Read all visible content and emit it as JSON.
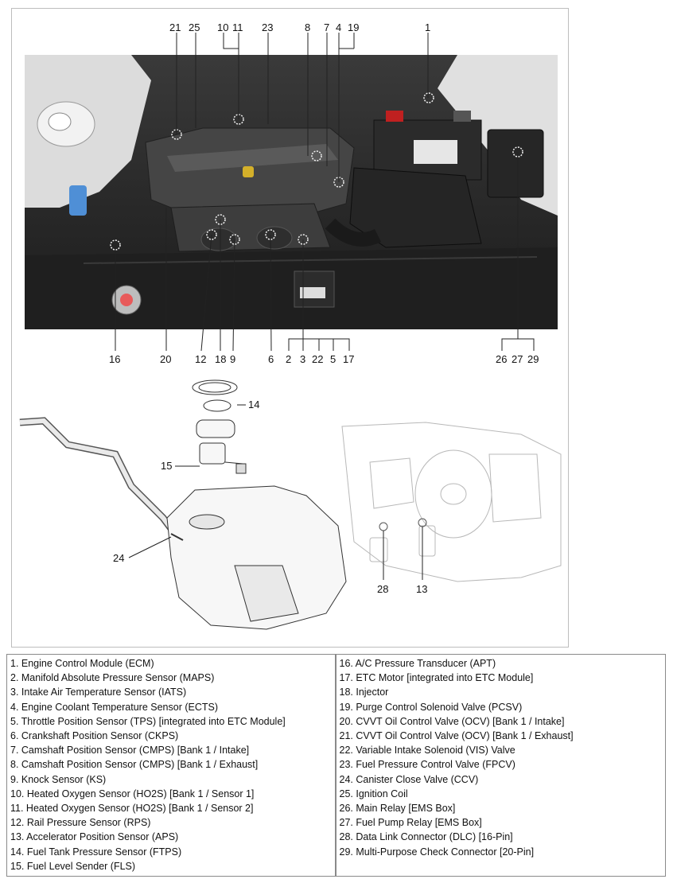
{
  "callouts_top": [
    "21",
    "25",
    "10",
    "11",
    "23",
    "8",
    "7",
    "4",
    "19",
    "1"
  ],
  "callouts_bottom": [
    "16",
    "20",
    "12",
    "18",
    "9",
    "6",
    "2",
    "3",
    "22",
    "5",
    "17",
    "26",
    "27",
    "29"
  ],
  "callouts_lower": [
    "14",
    "15",
    "24",
    "28",
    "13"
  ],
  "legend": {
    "left": [
      "1. Engine Control Module (ECM)",
      "2. Manifold Absolute Pressure Sensor (MAPS)",
      "3. Intake Air Temperature Sensor (IATS)",
      "4. Engine Coolant Temperature Sensor (ECTS)",
      "5. Throttle Position Sensor (TPS) [integrated into ETC Module]",
      "6. Crankshaft Position Sensor (CKPS)",
      "7. Camshaft Position Sensor (CMPS) [Bank 1 / Intake]",
      "8. Camshaft Position Sensor (CMPS) [Bank 1 / Exhaust]",
      "9. Knock Sensor (KS)",
      "10. Heated Oxygen Sensor (HO2S) [Bank 1 / Sensor 1]",
      "11. Heated Oxygen Sensor (HO2S) [Bank 1 / Sensor 2]",
      "12. Rail Pressure Sensor (RPS)",
      "13. Accelerator Position Sensor (APS)",
      "14. Fuel Tank Pressure Sensor (FTPS)",
      "15. Fuel Level Sender (FLS)"
    ],
    "right": [
      "16. A/C Pressure Transducer (APT)",
      "17. ETC Motor [integrated into ETC Module]",
      "18. Injector",
      "19. Purge Control Solenoid Valve (PCSV)",
      "20. CVVT Oil Control Valve (OCV) [Bank 1 / Intake]",
      "21. CVVT Oil Control Valve (OCV) [Bank 1 / Exhaust]",
      "22. Variable Intake Solenoid (VIS) Valve",
      "23. Fuel Pressure Control Valve (FPCV)",
      "24. Canister Close Valve (CCV)",
      "25. Ignition Coil",
      "26. Main Relay [EMS Box]",
      "27. Fuel Pump Relay [EMS Box]",
      "28. Data Link Connector (DLC) [16-Pin]",
      "29. Multi-Purpose Check Connector [20-Pin]"
    ]
  }
}
